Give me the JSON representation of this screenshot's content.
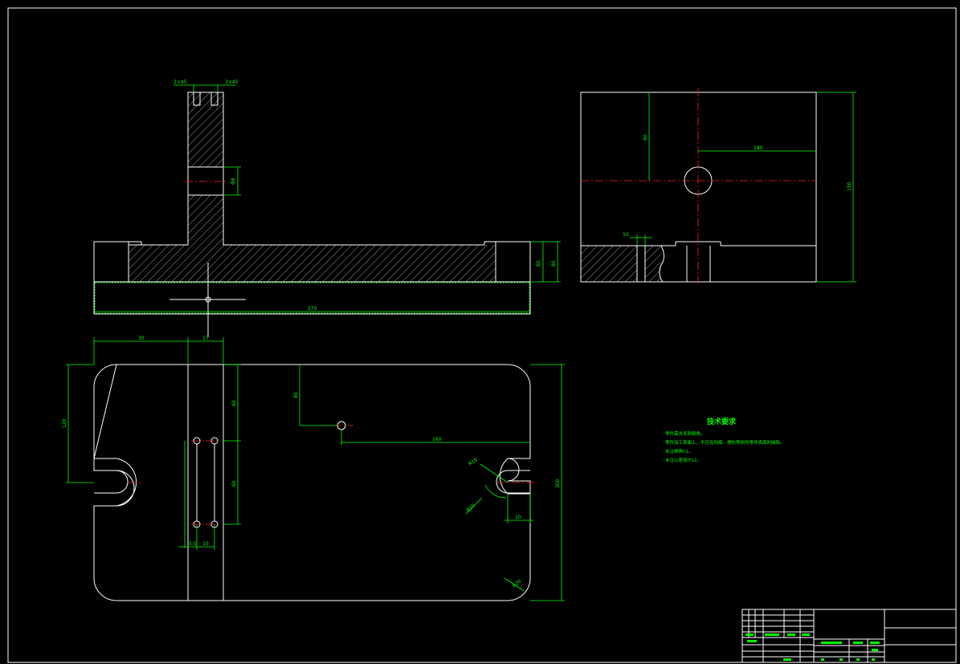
{
  "drawing": {
    "background": "#000000",
    "line_color": "#ffffff",
    "dimension_color": "#00ff00",
    "centerline_color": "#ff2020",
    "front_view_dims": {
      "top_slot_left": "2×45",
      "top_slot_right": "3×45",
      "hole_height": "Φ8",
      "step_height": "60",
      "total_height": "80",
      "base_length": "270"
    },
    "side_view_dims": {
      "height_to_hole": "80",
      "hole_offset": "180",
      "total_height": "150",
      "slot_width": "10"
    },
    "top_view_dims": {
      "left_edge": "30",
      "rib_width": "17",
      "slot_center_height": "120",
      "hole_depth": "80",
      "hole_offset": "160",
      "pin_spacing": "60",
      "pin_upper": "60",
      "pin_x1": "5.5",
      "pin_x2": "10",
      "total_height": "300",
      "arc_r": "R16",
      "arc_r2": "R10",
      "arc_offset": "10",
      "corner_r": "R20"
    },
    "technical_requirements": {
      "title": "技术要求",
      "items": [
        "零件需去毛刺倒角。",
        "零件加工表面上，不应有划痕、擦伤等损伤零件表面的缺陷。",
        "未注倒角C1。",
        "未注公差按IT12。"
      ]
    }
  }
}
